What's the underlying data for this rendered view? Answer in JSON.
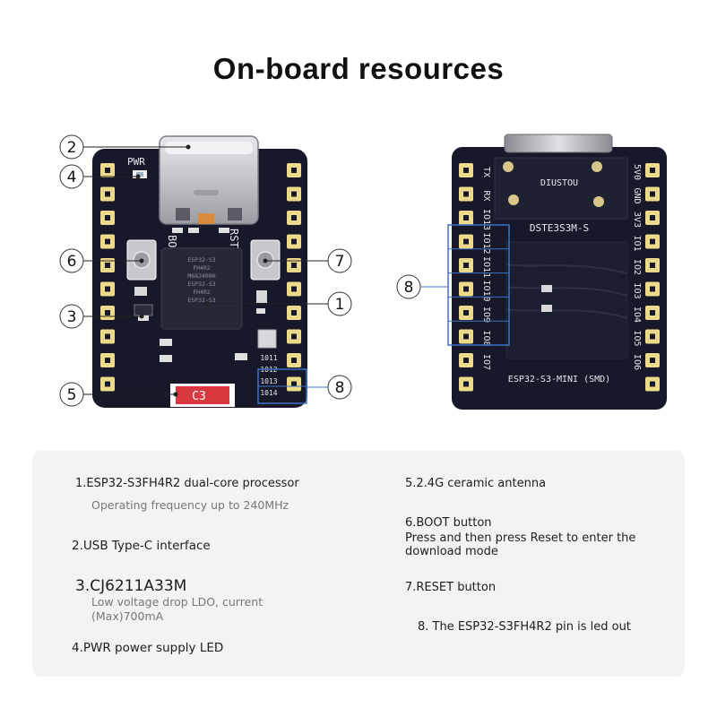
{
  "title": "On-board resources",
  "board_front": {
    "labels": {
      "pwr": "PWR",
      "boot": "BO",
      "rst": "RST",
      "cap": "C3",
      "chip_lines": [
        "ESP32-S3",
        "FH4R2",
        "M6824080",
        "ESP32-S3",
        "FH4R2",
        "ESP32-S3"
      ],
      "io_bottom": [
        "1011",
        "1012",
        "1013",
        "1014"
      ]
    }
  },
  "board_back": {
    "brand": "DIUSTOU",
    "model": "DSTE3S3M-S",
    "footer": "ESP32-S3-MINI (SMD)",
    "left_pins": [
      "TX",
      "RX",
      "IO13",
      "IO12",
      "IO11",
      "IO10",
      "IO9",
      "IO8",
      "IO7"
    ],
    "right_pins": [
      "5V0",
      "GND",
      "3V3",
      "IO1",
      "IO2",
      "IO3",
      "IO4",
      "IO5",
      "IO6"
    ]
  },
  "callouts": {
    "c1": "1",
    "c2": "2",
    "c3": "3",
    "c4": "4",
    "c5": "5",
    "c6": "6",
    "c7": "7",
    "c8a": "8",
    "c8b": "8"
  },
  "resources": {
    "r1_title": "1.ESP32-S3FH4R2 dual-core processor",
    "r1_sub": "Operating frequency up to 240MHz",
    "r2_title": "2.USB Type-C interface",
    "r3_title": "3.CJ6211A33M",
    "r3_sub1": "Low voltage drop LDO, current",
    "r3_sub2": "(Max)700mA",
    "r4_title": "4.PWR power supply LED",
    "r5_title": "5.2.4G ceramic antenna",
    "r6_title": "6.BOOT button",
    "r6_body1": "Press and then press Reset to enter the",
    "r6_body2": "download mode",
    "r7_title": "7.RESET button",
    "r8_title": "8. The ESP32-S3FH4R2 pin is led out"
  },
  "colors": {
    "pcb": "#17192a",
    "pad": "#ecd98a",
    "usb": "#c4c4c8",
    "highlight_box": "#3c73c4",
    "cap_red": "#d8393f"
  }
}
